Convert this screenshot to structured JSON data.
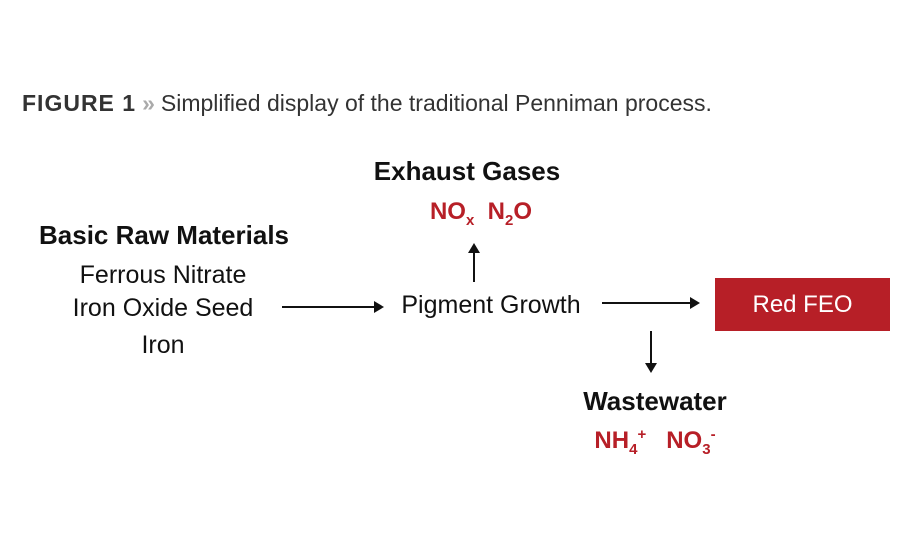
{
  "caption": {
    "figure_label": "FIGURE 1",
    "separator": "»",
    "text": "Simplified display of the traditional Penniman process."
  },
  "inputs": {
    "title": "Basic Raw Materials",
    "items": [
      "Ferrous Nitrate",
      "Iron Oxide Seed",
      "Iron"
    ]
  },
  "process": {
    "label": "Pigment Growth"
  },
  "exhaust": {
    "title": "Exhaust Gases",
    "gas1": "NO",
    "gas1_sub": "x",
    "gas2a": "N",
    "gas2_sub": "2",
    "gas2b": "O"
  },
  "wastewater": {
    "title": "Wastewater",
    "ion1": "NH",
    "ion1_sub": "4",
    "ion1_sup": "+",
    "ion2": "NO",
    "ion2_sub": "3",
    "ion2_sup": "-"
  },
  "output": {
    "label": "Red FEO"
  },
  "colors": {
    "accent": "#b71f27"
  }
}
